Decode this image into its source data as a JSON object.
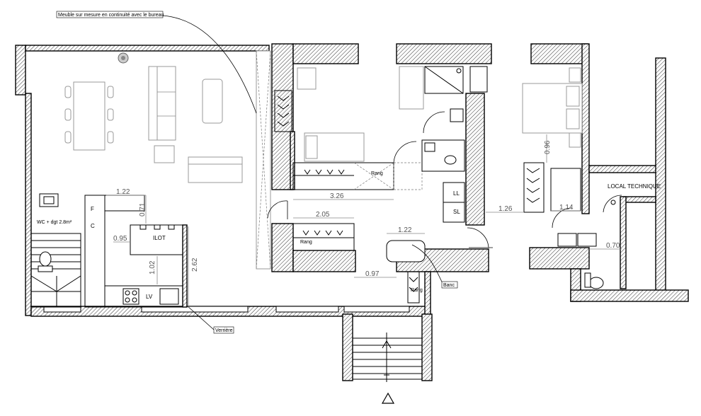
{
  "annotations": {
    "meuble": "Meuble sur mesure en continuité avec le bureau",
    "verriere": "Verrière",
    "banc": "Banc"
  },
  "rooms": {
    "local_technique": "LOCAL TECHNIQUE",
    "ilot": "ILOT",
    "wc": "WC + dgt 2.8m²",
    "lv": "LV",
    "ll": "LL",
    "sl": "SL",
    "c": "C",
    "f": "F"
  },
  "shelves": {
    "rang1": "Rang",
    "rang2": "Rang",
    "rang3": "Rang"
  },
  "dimensions": {
    "d122a": "1.22",
    "d071": "0.71",
    "d095": "0.95",
    "d102": "1.02",
    "d262": "2.62",
    "d326": "3.26",
    "d205": "2.05",
    "d122b": "1.22",
    "d097": "0.97",
    "d126": "1.26",
    "d114": "1.14",
    "d096": "0.96",
    "d070": "0.70"
  },
  "colors": {
    "ink": "#000000",
    "dim": "#888888",
    "furniture": "#999999"
  }
}
